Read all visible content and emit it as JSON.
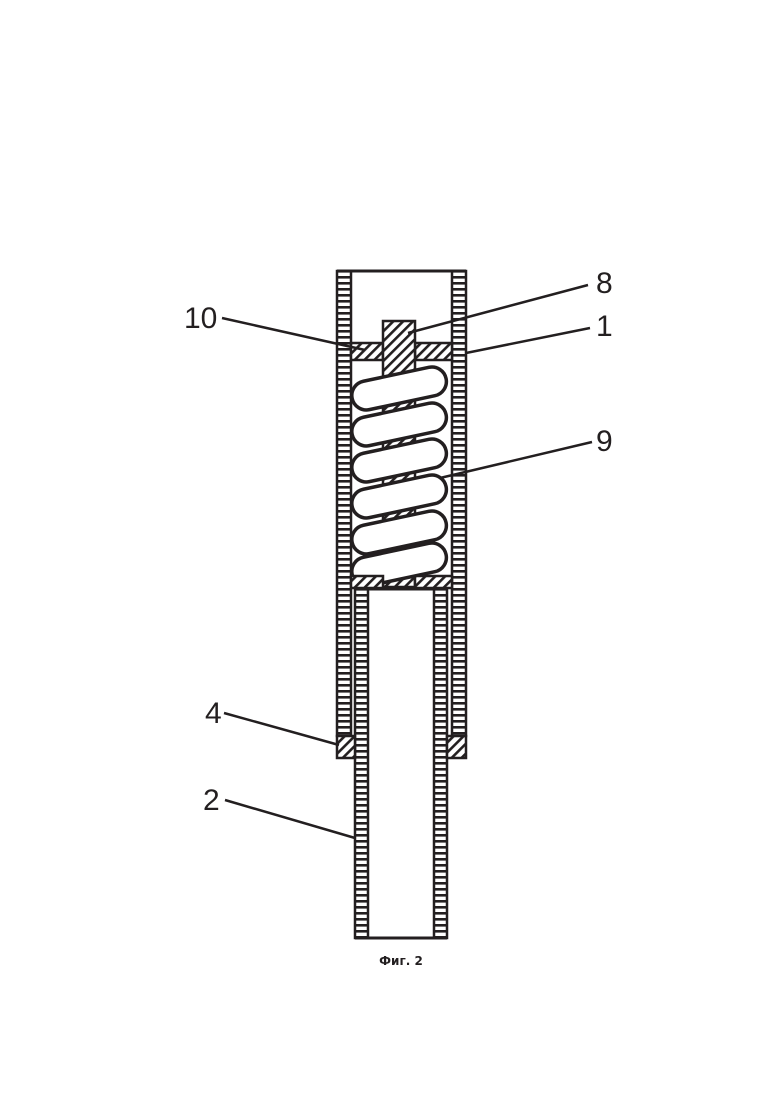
{
  "figure": {
    "caption": "Фиг. 2",
    "colors": {
      "line": "#231f20",
      "background": "#ffffff"
    },
    "callouts": [
      {
        "id": "ref-10",
        "label": "10"
      },
      {
        "id": "ref-8",
        "label": "8"
      },
      {
        "id": "ref-1",
        "label": "1"
      },
      {
        "id": "ref-9",
        "label": "9"
      },
      {
        "id": "ref-4",
        "label": "4"
      },
      {
        "id": "ref-2",
        "label": "2"
      }
    ]
  }
}
